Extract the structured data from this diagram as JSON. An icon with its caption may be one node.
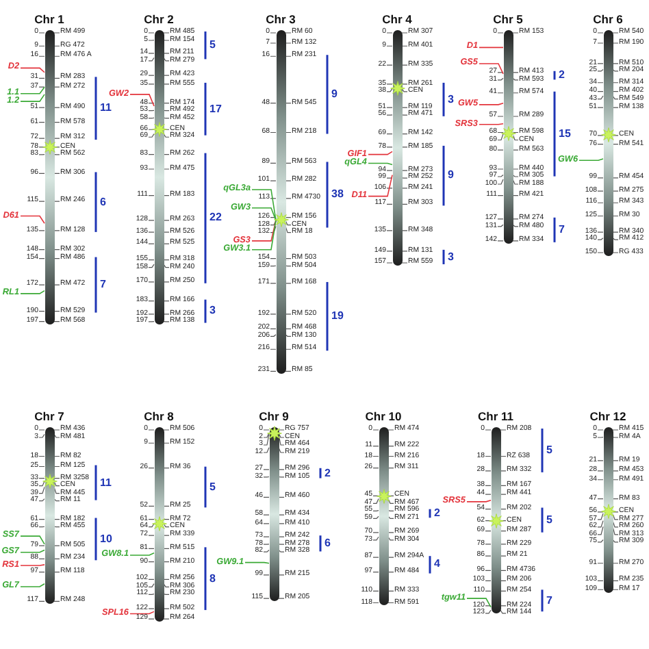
{
  "diagram": {
    "nodes": [
      {
        "text": [
          "Chr 1"
        ]
      },
      {
        "text": [
          "D2"
        ]
      },
      {
        "text": [
          "1.1"
        ]
      },
      {
        "text": [
          "1.2"
        ]
      },
      {
        "text": [
          "D61"
        ]
      },
      {
        "text": [
          "RL1"
        ]
      },
      {
        "text": [
          "Chr 2"
        ]
      },
      {
        "text": [
          "GW2"
        ]
      },
      {
        "text": [
          "Chr 3"
        ]
      },
      {
        "text": [
          "qGL3a"
        ]
      },
      {
        "text": [
          "GW3"
        ]
      },
      {
        "text": [
          "GS3"
        ]
      },
      {
        "text": [
          "GW3.1"
        ]
      },
      {
        "text": [
          "Chr 4"
        ]
      },
      {
        "text": [
          "GIF1"
        ]
      },
      {
        "text": [
          "qGL4"
        ]
      },
      {
        "text": [
          "D11"
        ]
      },
      {
        "text": [
          "Chr 5"
        ]
      },
      {
        "text": [
          "D1"
        ]
      },
      {
        "text": [
          "GS5"
        ]
      },
      {
        "text": [
          "GW5"
        ]
      },
      {
        "text": [
          "SRS3"
        ]
      },
      {
        "text": [
          "Chr 6"
        ]
      },
      {
        "text": [
          "GW6"
        ]
      },
      {
        "text": [
          "Chr 7"
        ]
      },
      {
        "text": [
          "SS7"
        ]
      },
      {
        "text": [
          "GS7"
        ]
      },
      {
        "text": [
          "RS1"
        ]
      },
      {
        "text": [
          "GL7"
        ]
      },
      {
        "text": [
          "Chr 8"
        ]
      },
      {
        "text": [
          "GW8.1"
        ]
      },
      {
        "text": [
          "SPL16"
        ]
      },
      {
        "text": [
          "Chr 9"
        ]
      },
      {
        "text": [
          "GW9.1"
        ]
      },
      {
        "text": [
          "Chr 10"
        ]
      },
      {
        "text": [
          "Chr 11"
        ]
      },
      {
        "text": [
          "SRS5"
        ]
      },
      {
        "text": [
          "tgw11"
        ]
      },
      {
        "text": [
          "Chr 12"
        ]
      }
    ],
    "edges": [
      {
        "from": 1,
        "to": 0,
        "arrow": "none",
        "color": "#e3333b"
      },
      {
        "from": 2,
        "to": 0,
        "arrow": "none"
      },
      {
        "from": 3,
        "to": 0,
        "arrow": "none"
      },
      {
        "from": 4,
        "to": 0,
        "arrow": "none",
        "color": "#e3333b"
      },
      {
        "from": 5,
        "to": 0,
        "arrow": "none"
      },
      {
        "from": 7,
        "to": 6,
        "arrow": "none",
        "color": "#e3333b"
      },
      {
        "from": 9,
        "to": 8,
        "arrow": "none"
      },
      {
        "from": 10,
        "to": 8,
        "arrow": "none"
      },
      {
        "from": 11,
        "to": 8,
        "arrow": "none",
        "color": "#e3333b"
      },
      {
        "from": 12,
        "to": 8,
        "arrow": "none"
      },
      {
        "from": 14,
        "to": 13,
        "arrow": "none",
        "color": "#e3333b"
      },
      {
        "from": 15,
        "to": 13,
        "arrow": "none"
      },
      {
        "from": 16,
        "to": 13,
        "arrow": "none",
        "color": "#e3333b"
      },
      {
        "from": 18,
        "to": 17,
        "arrow": "none",
        "color": "#e3333b"
      },
      {
        "from": 19,
        "to": 17,
        "arrow": "none",
        "color": "#e3333b"
      },
      {
        "from": 20,
        "to": 17,
        "arrow": "none",
        "color": "#e3333b"
      },
      {
        "from": 21,
        "to": 17,
        "arrow": "none",
        "color": "#e3333b"
      },
      {
        "from": 23,
        "to": 22,
        "arrow": "none"
      },
      {
        "from": 25,
        "to": 24,
        "arrow": "none"
      },
      {
        "from": 26,
        "to": 24,
        "arrow": "none"
      },
      {
        "from": 27,
        "to": 24,
        "arrow": "none",
        "color": "#e3333b"
      },
      {
        "from": 28,
        "to": 24,
        "arrow": "none"
      },
      {
        "from": 30,
        "to": 29,
        "arrow": "none"
      },
      {
        "from": 31,
        "to": 29,
        "arrow": "none",
        "color": "#e3333b"
      },
      {
        "from": 33,
        "to": 32,
        "arrow": "none"
      },
      {
        "from": 36,
        "to": 35,
        "arrow": "none",
        "color": "#e3333b"
      },
      {
        "from": 37,
        "to": 35,
        "arrow": "none"
      }
    ],
    "labels": [
      "0",
      "RM 499",
      "9",
      "RG 472",
      "16",
      "RM 476 A",
      "31",
      "RM 283",
      "37",
      "RM 272",
      "51",
      "RM 490",
      "61",
      "RM 578",
      "72",
      "RM 312",
      "78",
      "CEN",
      "83",
      "RM 562",
      "96",
      "RM 306",
      "115",
      "RM 246",
      "135",
      "RM 128",
      "148",
      "RM 302",
      "154",
      "RM 486",
      "172",
      "RM 472",
      "190",
      "RM 529",
      "197",
      "RM 568",
      "11",
      "6",
      "7",
      "0",
      "RM 485",
      "5",
      "RM 154",
      "14",
      "RM 211",
      "17",
      "RM 279",
      "29",
      "RM 423",
      "35",
      "RM 555",
      "48",
      "RM 174",
      "53",
      "RM 492",
      "58",
      "RM 452",
      "66",
      "CEN",
      "69",
      "RM 324",
      "83",
      "RM 262",
      "93",
      "RM 475",
      "111",
      "RM 183",
      "128",
      "RM 263",
      "136",
      "RM 526",
      "144",
      "RM 525",
      "155",
      "RM 318",
      "158",
      "RM 240",
      "170",
      "RM 250",
      "183",
      "RM 166",
      "192",
      "RM 266",
      "197",
      "RM 138",
      "5",
      "17",
      "22",
      "3",
      "0",
      "RM 60",
      "7",
      "RM 132",
      "16",
      "RM 231",
      "48",
      "RM 545",
      "68",
      "RM 218",
      "89",
      "RM 563",
      "101",
      "RM 282",
      "113",
      "RM 4730",
      "126",
      "RM 156",
      "128",
      "CEN",
      "132",
      "RM 18",
      "154",
      "RM 503",
      "159",
      "RM 504",
      "171",
      "RM 168",
      "192",
      "RM 520",
      "202",
      "RM 468",
      "206",
      "RM 130",
      "216",
      "RM 514",
      "231",
      "RM 85",
      "9",
      "38",
      "19",
      "0",
      "RM 307",
      "9",
      "RM 401",
      "22",
      "RM 335",
      "35",
      "RM 261",
      "38",
      "CEN",
      "51",
      "RM 119",
      "56",
      "RM 471",
      "69",
      "RM 142",
      "78",
      "RM 185",
      "94",
      "RM 273",
      "99",
      "RM 252",
      "106",
      "RM 241",
      "117",
      "RM 303",
      "135",
      "RM 348",
      "149",
      "RM 131",
      "157",
      "RM 559",
      "3",
      "9",
      "3",
      "0",
      "RM 153",
      "27",
      "RM 413",
      "31",
      "RM 593",
      "41",
      "RM 574",
      "57",
      "RM 289",
      "68",
      "RM 598",
      "69",
      "CEN",
      "80",
      "RM 563",
      "93",
      "RM 440",
      "97",
      "RM 305",
      "100",
      "RM 188",
      "111",
      "RM 421",
      "127",
      "RM 274",
      "131",
      "RM 480",
      "142",
      "RM 334",
      "2",
      "15",
      "7",
      "0",
      "RM 540",
      "7",
      "RM 190",
      "21",
      "RM 510",
      "25",
      "RM 204",
      "34",
      "RM 314",
      "40",
      "RM 402",
      "43",
      "RM 549",
      "51",
      "RM 138",
      "70",
      "CEN",
      "76",
      "RM 541",
      "99",
      "RM 454",
      "108",
      "RM 275",
      "116",
      "RM 343",
      "125",
      "RM 30",
      "136",
      "RM 340",
      "140",
      "RM 412",
      "150",
      "RG 433",
      "0",
      "RM 436",
      "3",
      "RM 481",
      "18",
      "RM 82",
      "25",
      "RM 125",
      "33",
      "RM 3258",
      "35",
      "CEN",
      "39",
      "RM 445",
      "47",
      "RM 11",
      "61",
      "RM 182",
      "66",
      "RM 455",
      "79",
      "RM 505",
      "88",
      "RM 234",
      "97",
      "RM 118",
      "117",
      "RM 248",
      "11",
      "10",
      "0",
      "RM 506",
      "9",
      "RM 152",
      "26",
      "RM 36",
      "52",
      "RM 25",
      "61",
      "RM 72",
      "64",
      "CEN",
      "72",
      "RM 339",
      "81",
      "RM 515",
      "90",
      "RM 210",
      "102",
      "RM 256",
      "105",
      "RM 306",
      "112",
      "RM 230",
      "122",
      "RM 502",
      "129",
      "RM 264",
      "5",
      "8",
      "0",
      "RG 757",
      "2",
      "CEN",
      "3",
      "RM 464",
      "12",
      "RM 219",
      "27",
      "RM 296",
      "32",
      "RM 105",
      "46",
      "RM 460",
      "58",
      "RM 434",
      "64",
      "RM 410",
      "73",
      "RM 242",
      "78",
      "RM 278",
      "82",
      "RM 328",
      "99",
      "RM 215",
      "115",
      "RM 205",
      "2",
      "6",
      "0",
      "RM 474",
      "11",
      "RM 222",
      "18",
      "RM 216",
      "26",
      "RM 311",
      "45",
      "CEN",
      "47",
      "RM 467",
      "55",
      "RM 596",
      "59",
      "RM 271",
      "70",
      "RM 269",
      "73",
      "RM 304",
      "87",
      "RM 294A",
      "97",
      "RM 484",
      "110",
      "RM 333",
      "118",
      "RM 591",
      "2",
      "4",
      "0",
      "RM 208",
      "18",
      "RZ 638",
      "28",
      "RM 332",
      "38",
      "RM 167",
      "44",
      "RM 441",
      "54",
      "RM 202",
      "62",
      "CEN",
      "69",
      "RM 287",
      "78",
      "RM 229",
      "86",
      "RM 21",
      "96",
      "RM 4736",
      "103",
      "RM 206",
      "110",
      "RM 254",
      "120",
      "RM 224",
      "123",
      "RM 144",
      "5",
      "5",
      "7",
      "0",
      "RM 415",
      "5",
      "RM 4A",
      "21",
      "RM 19",
      "28",
      "RM 453",
      "34",
      "RM 491",
      "47",
      "RM 83",
      "56",
      "CEN",
      "57",
      "RM 277",
      "62",
      "RM 260",
      "66",
      "RM 313",
      "75",
      "RM 309",
      "91",
      "RM 270",
      "103",
      "RM 235",
      "109",
      "RM 17"
    ]
  }
}
